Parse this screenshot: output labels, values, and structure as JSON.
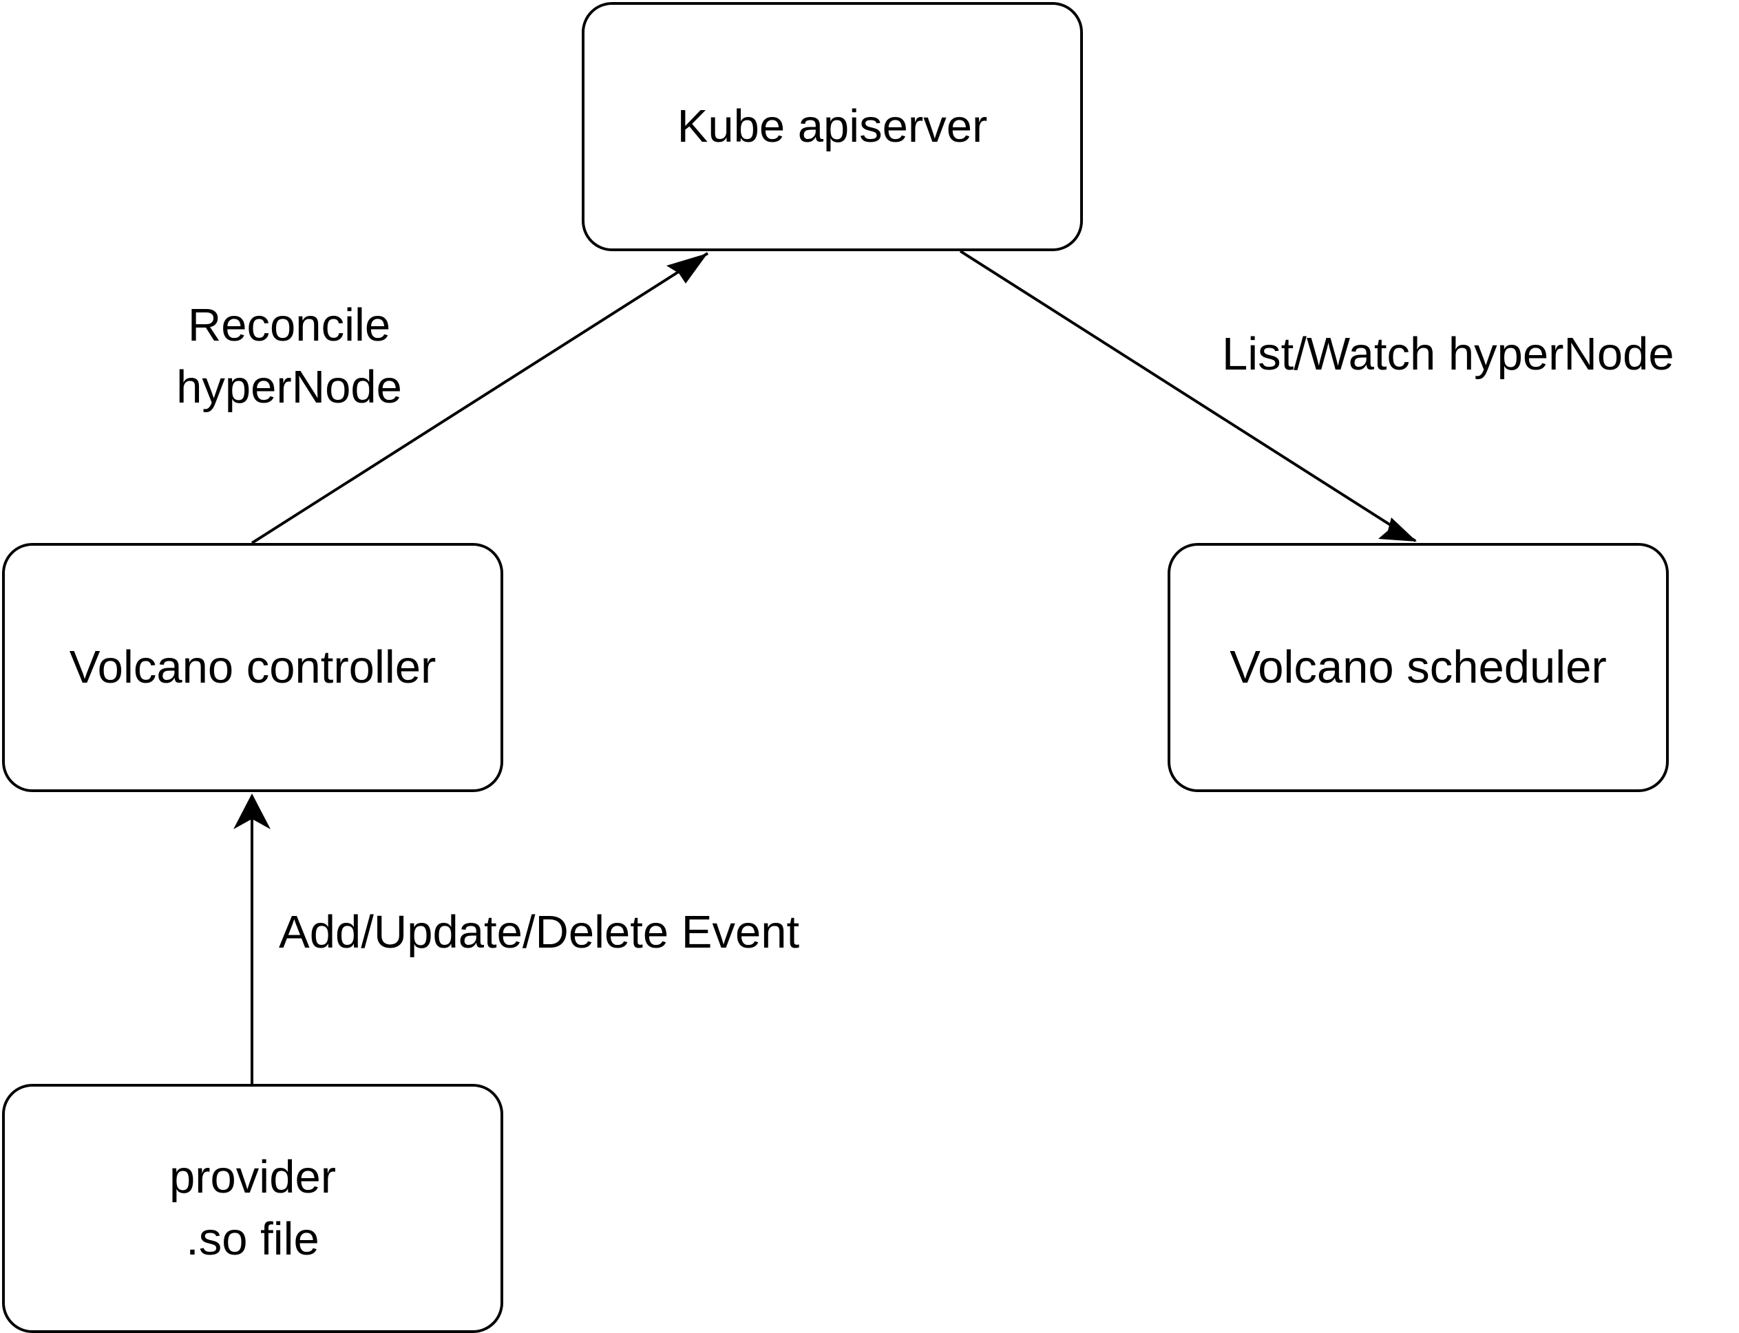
{
  "nodes": {
    "kube_apiserver": {
      "line1": "Kube apiserver"
    },
    "volcano_controller": {
      "line1": "Volcano controller"
    },
    "volcano_scheduler": {
      "line1": "Volcano scheduler"
    },
    "provider": {
      "line1": "provider",
      "line2": ".so file"
    }
  },
  "edges": {
    "reconcile": {
      "line1": "Reconcile",
      "line2": "hyperNode"
    },
    "list_watch": {
      "label": "List/Watch hyperNode"
    },
    "events": {
      "label": "Add/Update/Delete Event"
    }
  },
  "colors": {
    "stroke": "#000000",
    "background": "#ffffff"
  }
}
